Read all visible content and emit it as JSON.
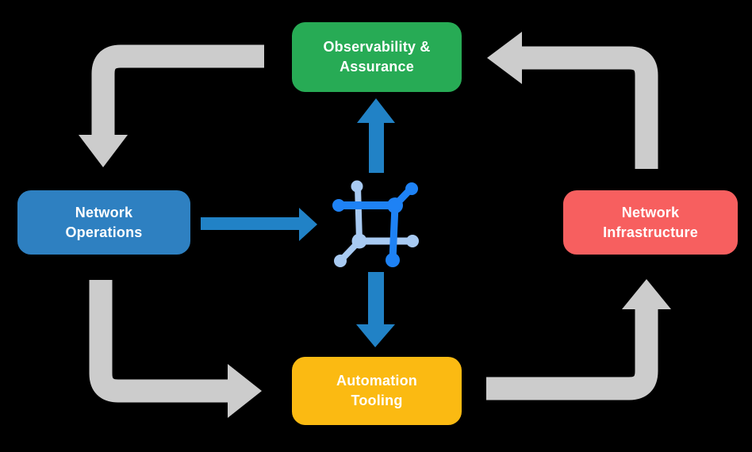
{
  "nodes": {
    "observability": {
      "line1": "Observability &",
      "line2": "Assurance",
      "color": "#27AB55"
    },
    "operations": {
      "line1": "Network",
      "line2": "Operations",
      "color": "#2E80C1"
    },
    "infrastructure": {
      "line1": "Network",
      "line2": "Infrastructure",
      "color": "#F75F5F"
    },
    "automation": {
      "line1": "Automation",
      "line2": "Tooling",
      "color": "#FBBA12"
    }
  },
  "edges": [
    {
      "from": "observability",
      "to": "operations",
      "style": "gray-elbow"
    },
    {
      "from": "operations",
      "to": "automation",
      "style": "gray-elbow"
    },
    {
      "from": "automation",
      "to": "infrastructure",
      "style": "gray-elbow"
    },
    {
      "from": "infrastructure",
      "to": "observability",
      "style": "gray-elbow"
    },
    {
      "from": "operations",
      "to": "center-icon",
      "style": "blue-straight"
    },
    {
      "from": "center-icon",
      "to": "observability",
      "style": "blue-straight"
    },
    {
      "from": "center-icon",
      "to": "automation",
      "style": "blue-straight"
    }
  ],
  "icon": {
    "name": "network-mesh-icon"
  },
  "colors": {
    "background": "#000000",
    "text": "#FFFFFF",
    "arrow_gray": "#CCCCCC",
    "arrow_blue": "#2182C6",
    "icon_primary_blue": "#1E82F5",
    "icon_light_blue": "#A8CAF2"
  }
}
